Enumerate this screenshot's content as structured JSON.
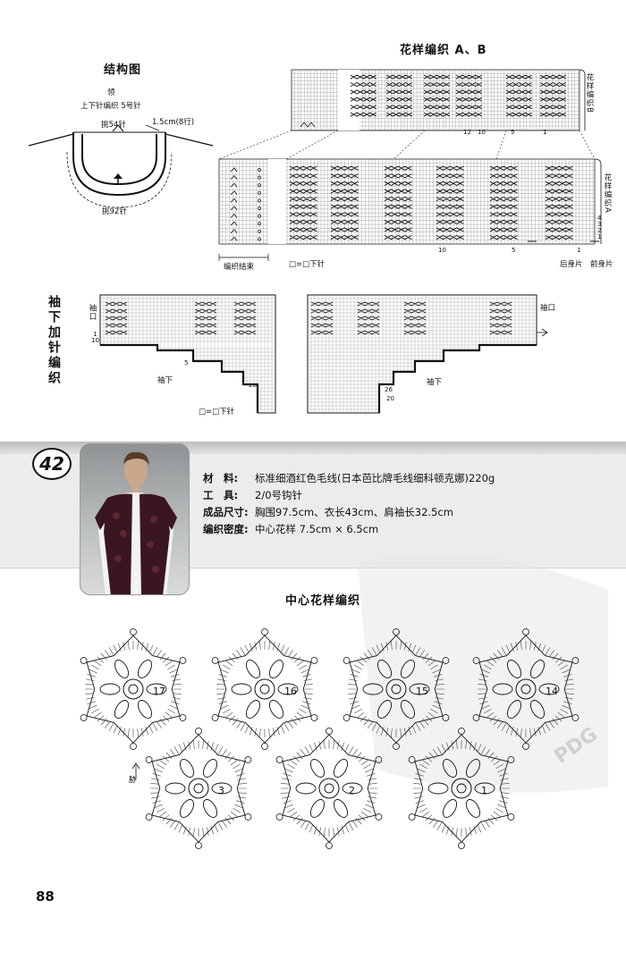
{
  "structure": {
    "title": "结构图",
    "collar": "领",
    "rib_note": "上下针编织  5号针",
    "pick_top": "挑54针",
    "width_note": "1.5cm(8行)",
    "pick_bottom": "挑92针"
  },
  "pattern_ab": {
    "title": "花样编织 A、B",
    "label_b": "花样编织B",
    "label_a": "花样编织A",
    "end_label": "编织结束",
    "legend": "□=□下针",
    "back_label": "后身片",
    "front_label": "前身片",
    "b_col_nums": [
      "12",
      "10",
      "5",
      "1"
    ],
    "a_col_nums": [
      "10",
      "5",
      "1"
    ],
    "row_nums": [
      "4",
      "3",
      "2",
      "1"
    ]
  },
  "sleeve": {
    "title": "袖下加针编织",
    "cuff_left": "袖口",
    "cuff_right": "袖口",
    "under_left": "袖下",
    "under_right": "袖下",
    "legend": "□=□下针",
    "row_nums": [
      "1",
      "10"
    ],
    "marks": [
      "5",
      "28",
      "26",
      "20"
    ]
  },
  "project": {
    "number": "42",
    "rows": [
      {
        "label": "材　料:",
        "value": "标准细酒红色毛线(日本芭比牌毛线细科顿克娜)220g"
      },
      {
        "label": "工　具:",
        "value": "2/0号钩针"
      },
      {
        "label": "成品尺寸:",
        "value": "胸围97.5cm、衣长43cm、肩袖长32.5cm"
      },
      {
        "label": "编织密度:",
        "value": "中心花样 7.5cm × 6.5cm"
      }
    ]
  },
  "center_motif": {
    "title": "中心花样编织",
    "top_row": [
      "17",
      "16",
      "15",
      "14"
    ],
    "bottom_row": [
      "3",
      "2",
      "1"
    ],
    "side_label": "胁"
  },
  "watermark": "PDG",
  "page_number": "88"
}
